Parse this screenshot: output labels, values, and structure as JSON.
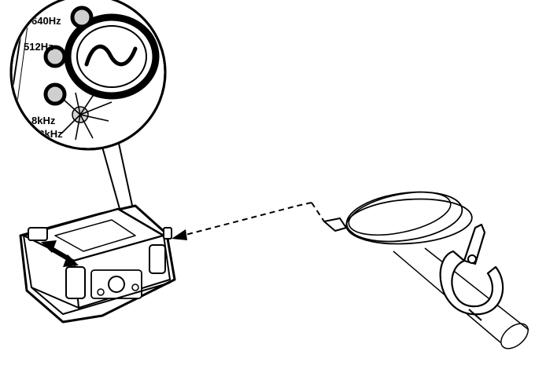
{
  "figure": {
    "frequency_labels": [
      "640Hz",
      "512Hz",
      "8kHz",
      "33kHz"
    ],
    "active_frequency": "8kHz",
    "magnifier_button_symbol": "sine-wave-icon"
  },
  "colors": {
    "line": "#000000",
    "led_off": "#cfcfcf",
    "led_ring": "#000000",
    "background": "#ffffff"
  }
}
